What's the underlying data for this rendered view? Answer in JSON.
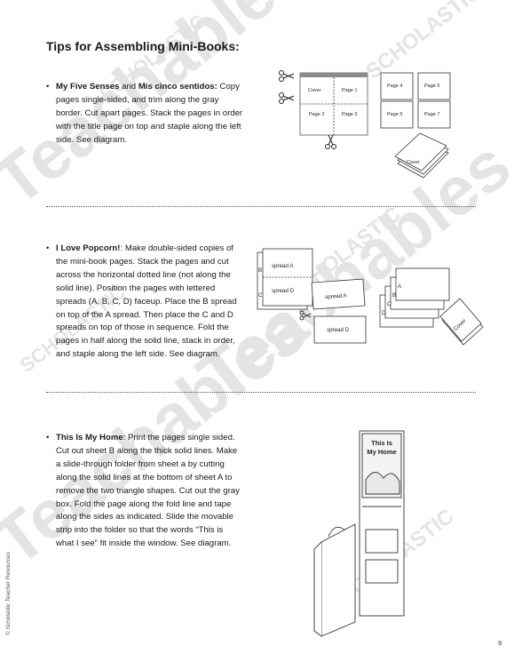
{
  "heading": "Tips for Assembling Mini-Books:",
  "tips": [
    {
      "bullet": "•",
      "lead_title": "My Five Senses",
      "lead_joiner": " and ",
      "lead_title_2": "Mis cinco sentidos:",
      "text": " Copy pages single-sided, and trim along the gray border. Cut apart pages. Stack the pages in order with the title page on top and staple along the left side. See diagram."
    },
    {
      "bullet": "•",
      "lead_title": "I Love Popcorn!",
      "text": ": Make double-sided copies of the mini-book pages. Stack the pages and cut across the horizontal dotted line (not along the solid line). Position the pages with lettered spreads (A, B, C, D) faceup. Place the B spread on top of the A spread. Then place the C and D spreads on top of those in sequence. Fold the pages in half along the solid line, stack in order, and staple along the left side. See diagram."
    },
    {
      "bullet": "•",
      "lead_title": "This Is My Home",
      "text": ": Print the pages single sided. Cut out sheet B along the thick solid lines. Make a slide-through folder from sheet a by cutting along the solid lines at the bottom of sheet A to remove the two triangle shapes. Cut out the gray box. Fold the page along the fold line and tape along the sides as indicated. Slide the movable strip into the folder so that the words “This is what I see” fit inside the window. See diagram."
    }
  ],
  "diagram1": {
    "sheet_labels": [
      "Cover",
      "Page 1",
      "Page 2",
      "Page 3"
    ],
    "cut_labels": [
      "Page 4",
      "Page 5",
      "Page 6",
      "Page 7"
    ],
    "book_label": "Cover"
  },
  "diagram2": {
    "sheet_letters": [
      "B",
      "C"
    ],
    "sheet_spreads": [
      "spread A",
      "spread D"
    ],
    "cut_spreads": [
      "spread A",
      "spread D"
    ],
    "stack_letters": [
      "A",
      "B",
      "C",
      "D"
    ],
    "book_label": "Cover"
  },
  "diagram3": {
    "book_title_line1": "This Is",
    "book_title_line2": "My Home"
  },
  "watermark": {
    "word_small": "SCHOLASTIC",
    "word_large": "Teachables"
  },
  "side_credit": "© Scholastic Teacher Resources",
  "page_number": "9",
  "colors": {
    "watermark": "#e3e3e3",
    "line": "#333333",
    "gray_border": "#8a8a8a"
  }
}
